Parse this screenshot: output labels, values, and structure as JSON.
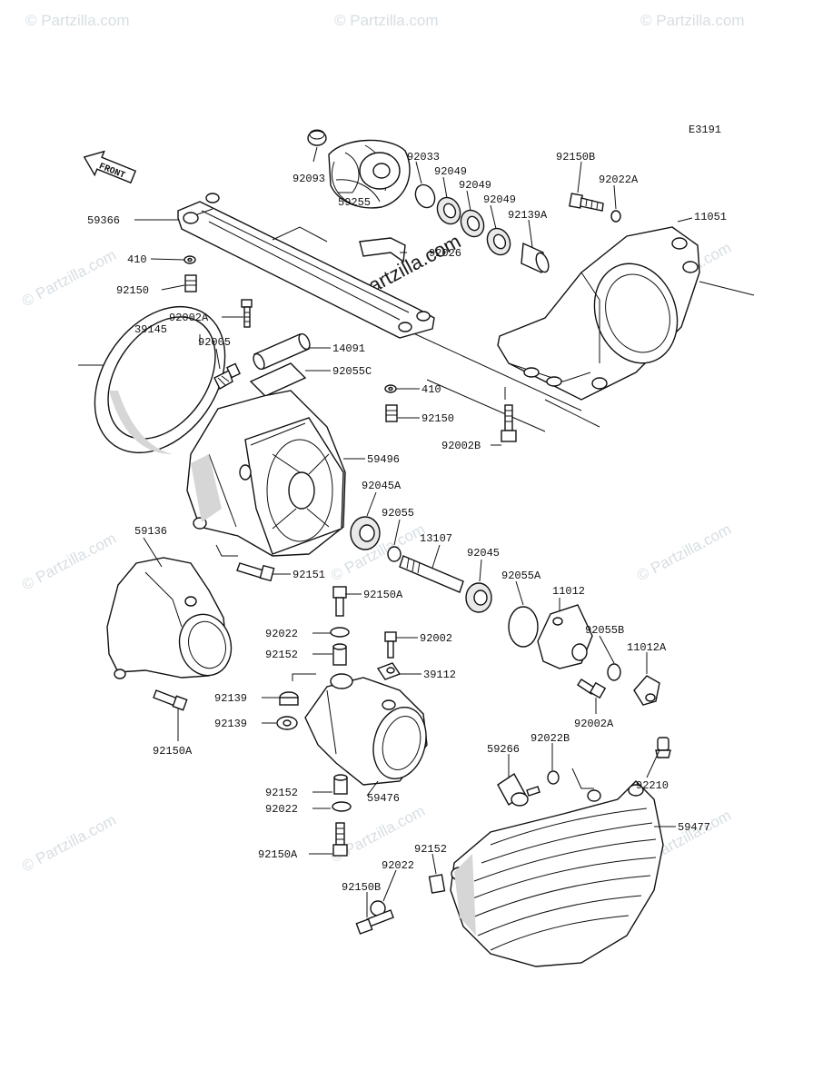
{
  "diagram": {
    "code": "E3191",
    "front_label": "FRONT",
    "watermark": "© Partzilla.com",
    "stamp": "© Partzilla.com"
  },
  "callouts": [
    {
      "id": "c92093",
      "text": "92093"
    },
    {
      "id": "c59255",
      "text": "59255"
    },
    {
      "id": "c92033",
      "text": "92033"
    },
    {
      "id": "c92049a",
      "text": "92049"
    },
    {
      "id": "c92049b",
      "text": "92049"
    },
    {
      "id": "c92049c",
      "text": "92049"
    },
    {
      "id": "c92139A",
      "text": "92139A"
    },
    {
      "id": "c92026",
      "text": "92026"
    },
    {
      "id": "c92150B_top",
      "text": "92150B"
    },
    {
      "id": "c92022A",
      "text": "92022A"
    },
    {
      "id": "c11051",
      "text": "11051"
    },
    {
      "id": "c59366",
      "text": "59366"
    },
    {
      "id": "c410a",
      "text": "410"
    },
    {
      "id": "c92150a",
      "text": "92150"
    },
    {
      "id": "c92002A",
      "text": "92002A"
    },
    {
      "id": "c39145",
      "text": "39145"
    },
    {
      "id": "c92005",
      "text": "92005"
    },
    {
      "id": "c14091",
      "text": "14091"
    },
    {
      "id": "c92055C",
      "text": "92055C"
    },
    {
      "id": "c410b",
      "text": "410"
    },
    {
      "id": "c92150b",
      "text": "92150"
    },
    {
      "id": "c92002B",
      "text": "92002B"
    },
    {
      "id": "c59496",
      "text": "59496"
    },
    {
      "id": "c92045A",
      "text": "92045A"
    },
    {
      "id": "c92055",
      "text": "92055"
    },
    {
      "id": "c13107",
      "text": "13107"
    },
    {
      "id": "c92045",
      "text": "92045"
    },
    {
      "id": "c59136",
      "text": "59136"
    },
    {
      "id": "c92151",
      "text": "92151"
    },
    {
      "id": "c92150A_a",
      "text": "92150A"
    },
    {
      "id": "c92055A",
      "text": "92055A"
    },
    {
      "id": "c11012",
      "text": "11012"
    },
    {
      "id": "c92022a",
      "text": "92022"
    },
    {
      "id": "c92002",
      "text": "92002"
    },
    {
      "id": "c92152a",
      "text": "92152"
    },
    {
      "id": "c39112",
      "text": "39112"
    },
    {
      "id": "c92055B",
      "text": "92055B"
    },
    {
      "id": "c11012A",
      "text": "11012A"
    },
    {
      "id": "c92139a",
      "text": "92139"
    },
    {
      "id": "c92139b",
      "text": "92139"
    },
    {
      "id": "c92150A_b",
      "text": "92150A"
    },
    {
      "id": "c92002A_b",
      "text": "92002A"
    },
    {
      "id": "c59266",
      "text": "59266"
    },
    {
      "id": "c92022B",
      "text": "92022B"
    },
    {
      "id": "c92210",
      "text": "92210"
    },
    {
      "id": "c92152b",
      "text": "92152"
    },
    {
      "id": "c59476",
      "text": "59476"
    },
    {
      "id": "c92022b",
      "text": "92022"
    },
    {
      "id": "c59477",
      "text": "59477"
    },
    {
      "id": "c92150A_c",
      "text": "92150A"
    },
    {
      "id": "c92022c",
      "text": "92022"
    },
    {
      "id": "c92152c",
      "text": "92152"
    },
    {
      "id": "c92150B_bot",
      "text": "92150B"
    }
  ]
}
